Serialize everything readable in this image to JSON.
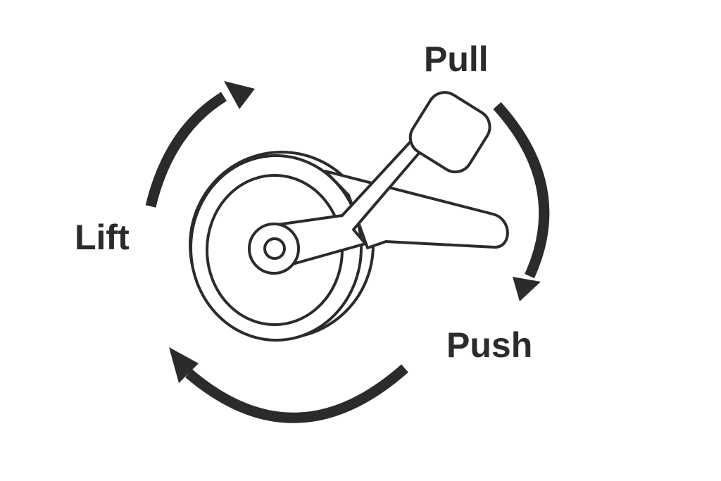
{
  "labels": {
    "pull": "Pull",
    "push": "Push",
    "lift": "Lift"
  },
  "colors": {
    "ink": "#2b2b2b",
    "background": "#ffffff"
  }
}
